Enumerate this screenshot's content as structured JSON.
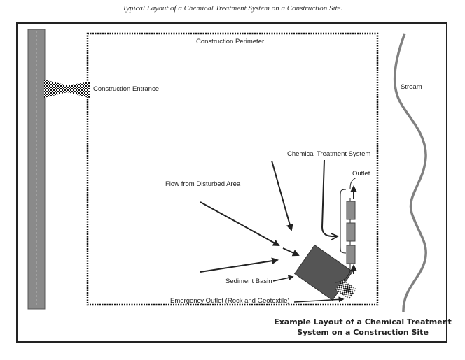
{
  "caption": "Typical Layout of a Chemical Treatment System on a Construction Site.",
  "labels": {
    "construction_perimeter": "Construction Perimeter",
    "construction_entrance": "Construction Entrance",
    "stream": "Stream",
    "chemical_treatment_system": "Chemical Treatment System",
    "outlet": "Outlet",
    "flow_from_disturbed_area": "Flow from Disturbed Area",
    "sediment_basin": "Sediment Basin",
    "emergency_outlet": "Emergency Outlet (Rock and Geotextile)"
  },
  "figure_title": {
    "line1": "Example Layout of a Chemical Treatment",
    "line2": "System on a Construction Site"
  },
  "colors": {
    "road": "#8a8a8a",
    "basin": "#555555",
    "treatment_unit": "#8c8c8c",
    "stream": "#808080",
    "ink": "#222222"
  }
}
